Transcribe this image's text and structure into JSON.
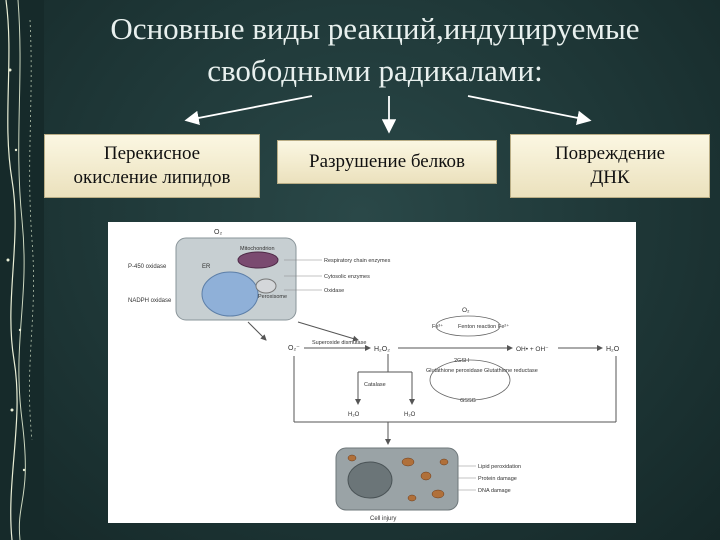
{
  "title": "Основные  виды реакций,индуцируемые\nсвободными радикалами:",
  "boxes": {
    "lipids": "Перекисное\nокисление липидов",
    "proteins": "Разрушение белков",
    "dna": "Повреждение\nДНК"
  },
  "figure": {
    "o2_top": "O₂",
    "p450": "P-450\noxidase",
    "nadph": "NADPH\noxidase",
    "mitochondrion": "Mitochondrion",
    "er": "ER",
    "peroxisome": "Peroxisome",
    "resp_chain": "Respiratory chain enzymes",
    "cytosolic": "Cytosolic enzymes",
    "oxidase": "Oxidase",
    "o2_radical": "O₂⁻",
    "sod": "Superoxide\ndismutase",
    "h2o2": "H₂O₂",
    "o2_mid": "O₂",
    "fe3": "Fe³⁺",
    "fenton": "Fenton\nreaction",
    "fe2": "Fe²⁺",
    "oh_radicals": "OH• + OH⁻",
    "h2o_right": "H₂O",
    "gsh": "2GSH",
    "glut_perox": "Glutathione\nperoxidase",
    "glut_red": "Glutathione\nreductase",
    "gssg": "GSSG",
    "catalase": "Catalase",
    "h2o_a": "H₂O",
    "h2o_b": "H₂O",
    "lipid_perox": "Lipid peroxidation",
    "protein_damage": "Protein damage",
    "dna_damage": "DNA damage",
    "cell_injury": "Cell injury"
  },
  "colors": {
    "background": "#1f3a3a",
    "title": "#e8f0ee",
    "box_fill": "#f4eed2",
    "arrow": "#ffffff"
  }
}
